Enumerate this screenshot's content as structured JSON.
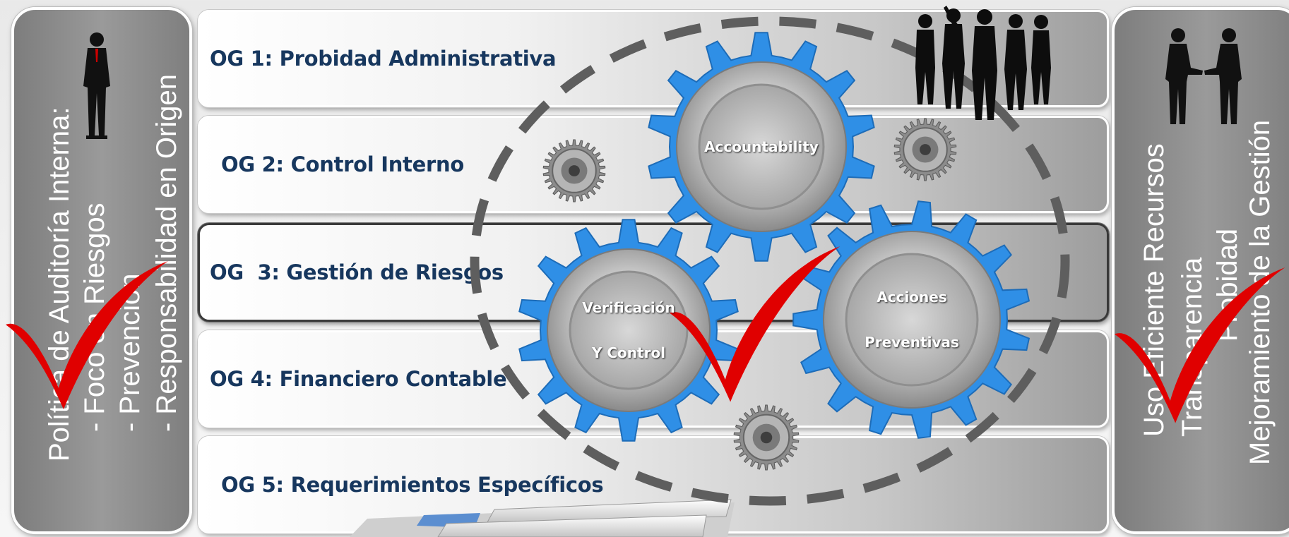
{
  "left_panel": {
    "heading": "Política de Auditoría Interna:",
    "items": [
      "-  Foco en Riesgos",
      "-  Prevención",
      "-  Responsabilidad en Origen"
    ]
  },
  "objectives": [
    {
      "label": "OG 1: Probidad Administrativa"
    },
    {
      "label": "OG 2: Control Interno"
    },
    {
      "label": "OG  3: Gestión de Riesgos"
    },
    {
      "label": "OG 4: Financiero Contable"
    },
    {
      "label": "OG 5: Requerimientos Específicos"
    }
  ],
  "gears": {
    "top": "Accountability",
    "left_line1": "Verificación",
    "left_line2": "Y Control",
    "right_line1": "Acciones",
    "right_line2": "Preventivas"
  },
  "right_panel": {
    "lines": [
      "Uso Eficiente Recursos",
      "Transparencia",
      "Probidad",
      "Mejoramiento de la Gestión"
    ]
  },
  "colors": {
    "gear_blue": "#2f8fe6",
    "check_red": "#e00000",
    "label_navy": "#17375e",
    "panel_grey": "#8c8c8c"
  }
}
